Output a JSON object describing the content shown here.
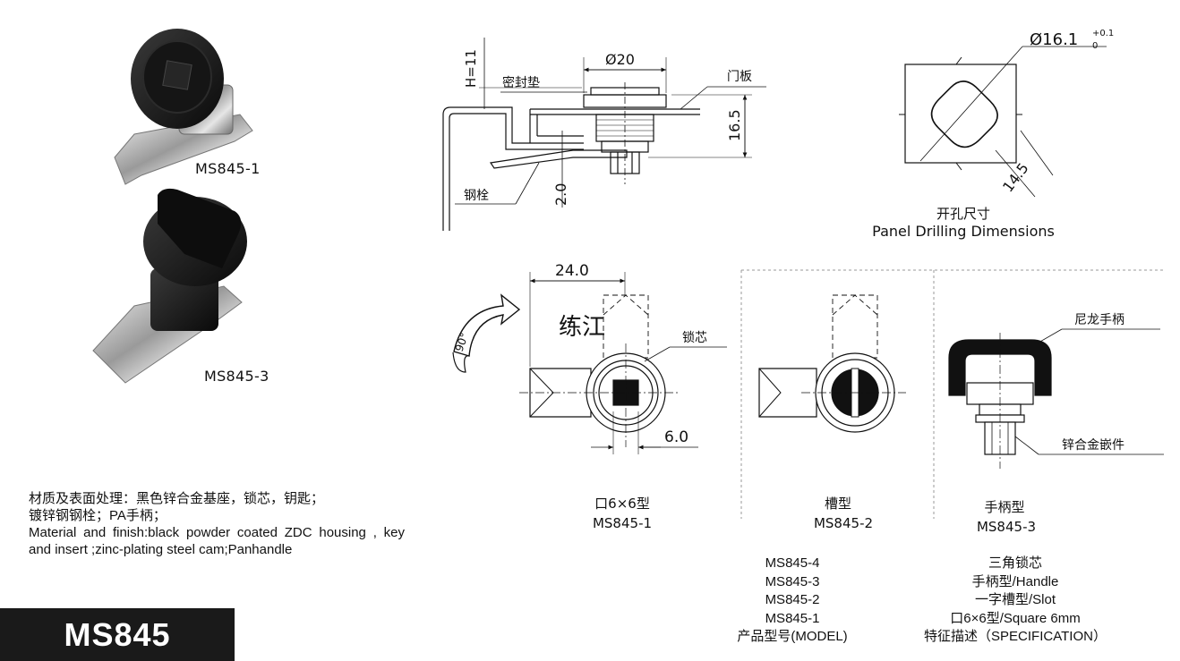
{
  "product_labels": {
    "ms845_1": "MS845-1",
    "ms845_3": "MS845-3"
  },
  "side_view": {
    "height_dim": "H=11",
    "diameter_dim": "Ø20",
    "seal_label": "密封垫",
    "door_panel_label": "门板",
    "dim_16_5": "16.5",
    "steel_cam_label": "钢栓",
    "dim_2_0": "2.0"
  },
  "panel_drilling": {
    "diameter_dim": "Ø16.1",
    "tolerance_upper": "+0.1",
    "tolerance_lower": "0",
    "flat_dim": "14.5",
    "label_cn": "开孔尺寸",
    "label_en": "Panel Drilling Dimensions"
  },
  "front_view": {
    "dim_24_0": "24.0",
    "rotation_angle": "90°",
    "watermark": "练江",
    "lock_core_label": "锁芯",
    "dim_6_0": "6.0",
    "type_label": "口6×6型",
    "model": "MS845-1"
  },
  "slot_view": {
    "type_label": "槽型",
    "model": "MS845-2"
  },
  "handle_view": {
    "nylon_handle_label": "尼龙手柄",
    "insert_label": "锌合金嵌件",
    "type_label": "手柄型",
    "model": "MS845-3"
  },
  "material": {
    "cn_line1": "材质及表面处理：黑色锌合金基座，锁芯，钥匙；",
    "cn_line2": "镀锌钢钢栓；PA手柄；",
    "en_text": "Material and finish:black powder coated ZDC housing , key and insert ;zinc-plating steel cam;Panhandle"
  },
  "model_banner": "MS845",
  "model_table": {
    "models": [
      "MS845-4",
      "MS845-3",
      "MS845-2",
      "MS845-1"
    ],
    "model_header": "产品型号(MODEL)",
    "specs": [
      "三角锁芯",
      "手柄型/Handle",
      "一字槽型/Slot",
      "口6×6型/Square 6mm"
    ],
    "spec_header": "特征描述（SPECIFICATION）"
  },
  "colors": {
    "ink": "#111111",
    "banner_bg": "#1a1a1a",
    "banner_text": "#ffffff",
    "dashed_divider": "#9a9a9a"
  }
}
